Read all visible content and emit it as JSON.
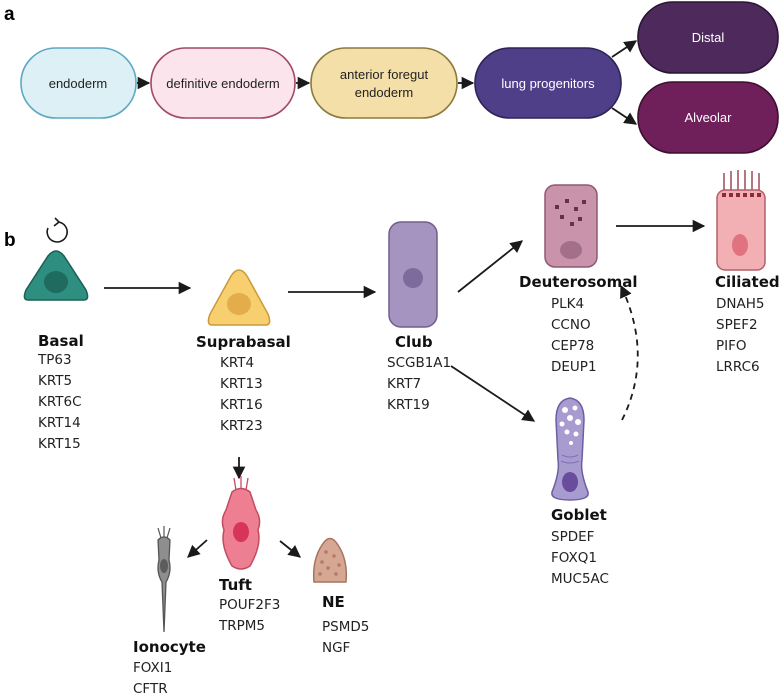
{
  "panels": {
    "a": "a",
    "b": "b"
  },
  "lineage": {
    "stages": [
      {
        "line1": "endoderm",
        "line2": "",
        "fill": "#dcf0f6",
        "stroke": "#5da9c4",
        "text_color": "#222222"
      },
      {
        "line1": "definitive endoderm",
        "line2": "",
        "fill": "#fbe4ec",
        "stroke": "#a2486c",
        "text_color": "#222222"
      },
      {
        "line1": "anterior foregut",
        "line2": "endoderm",
        "fill": "#f4dfa8",
        "stroke": "#8c7a3c",
        "text_color": "#222222"
      },
      {
        "line1": "lung progenitors",
        "line2": "",
        "fill": "#4f3f88",
        "stroke": "#2e2557",
        "text_color": "#ffffff"
      },
      {
        "line1": "Distal",
        "line2": "",
        "fill": "#4e2a5c",
        "stroke": "#2c1533",
        "text_color": "#ffffff"
      },
      {
        "line1": "Alveolar",
        "line2": "",
        "fill": "#6f1f5a",
        "stroke": "#3e0f31",
        "text_color": "#ffffff"
      }
    ]
  },
  "cells": [
    {
      "id": "basal",
      "title": "Basal",
      "markers": [
        "TP63",
        "KRT5",
        "KRT6C",
        "KRT14",
        "KRT15"
      ],
      "color": "#2e8f80"
    },
    {
      "id": "suprabasal",
      "title": "Suprabasal",
      "markers": [
        "KRT4",
        "KRT13",
        "KRT16",
        "KRT23"
      ],
      "color": "#f7cf6e"
    },
    {
      "id": "club",
      "title": "Club",
      "markers": [
        "SCGB1A1",
        "KRT7",
        "KRT19"
      ],
      "color": "#a594c0"
    },
    {
      "id": "deuterosomal",
      "title": "Deuterosomal",
      "markers": [
        "PLK4",
        "CCNO",
        "CEP78",
        "DEUP1"
      ],
      "color": "#c993ac"
    },
    {
      "id": "ciliated",
      "title": "Ciliated",
      "markers": [
        "DNAH5",
        "SPEF2",
        "PIFO",
        "LRRC6"
      ],
      "color": "#f2b0b4"
    },
    {
      "id": "goblet",
      "title": "Goblet",
      "markers": [
        "SPDEF",
        "FOXQ1",
        "MUC5AC"
      ],
      "color": "#a79bd0"
    },
    {
      "id": "tuft",
      "title": "Tuft",
      "markers": [
        "POUF2F3",
        "TRPM5"
      ],
      "color": "#ee7f92"
    },
    {
      "id": "ne",
      "title": "NE",
      "markers": [
        "PSMD5",
        "NGF"
      ],
      "color": "#d6a793"
    },
    {
      "id": "ionocyte",
      "title": "Ionocyte",
      "markers": [
        "FOXI1",
        "CFTR"
      ],
      "color": "#8e8e8e"
    }
  ]
}
